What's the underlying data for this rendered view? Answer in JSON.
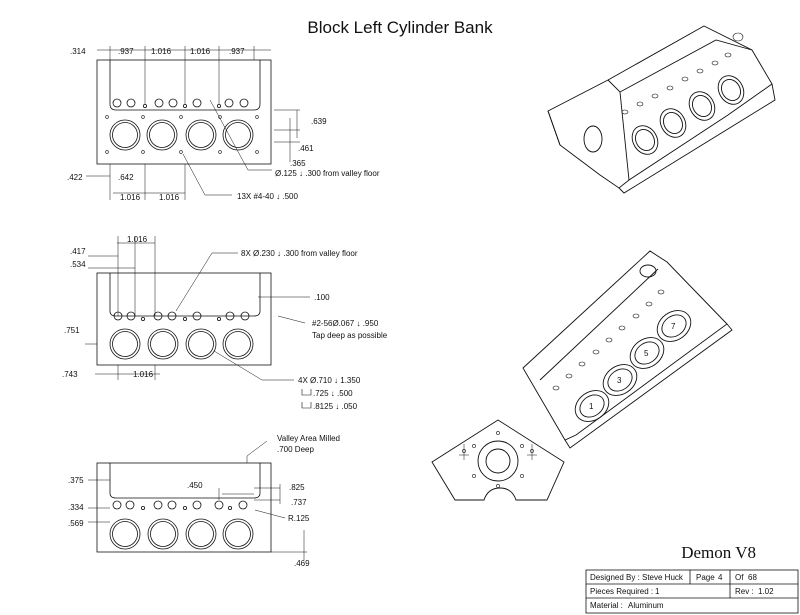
{
  "title": "Block Left Cylinder Bank",
  "project": "Demon V8",
  "view1": {
    "top_dims": [
      ".314",
      ".937",
      "1.016",
      "1.016",
      ".937"
    ],
    "d_639": ".639",
    "d_461": ".461",
    "d_365": ".365",
    "d_422": ".422",
    "d_642": ".642",
    "bottom_dims": [
      "1.016",
      "1.016"
    ],
    "note_drill": "Ø.125 ↓ .300 from valley floor",
    "note_tap": "13X  #4-40 ↓ .500"
  },
  "view2": {
    "d_1016_top": "1.016",
    "d_417": ".417",
    "d_534": ".534",
    "d_751": ".751",
    "d_743": ".743",
    "d_1016_bottom": "1.016",
    "d_100": ".100",
    "note_8x": "8X Ø.230 ↓ .300 from valley floor",
    "note_tap_1": "#2-56Ø.067 ↓ .950",
    "note_tap_2": "Tap deep as possible",
    "note_bore_1": "4X Ø.710 ↓ 1.350",
    "note_bore_2": ".725 ↓ .500",
    "note_bore_3": ".8125 ↓ .050"
  },
  "view3": {
    "note_valley_1": "Valley Area Milled",
    "note_valley_2": ".700 Deep",
    "d_375": ".375",
    "d_334": ".334",
    "d_569": ".569",
    "d_450": ".450",
    "d_825": ".825",
    "d_737": ".737",
    "d_r125": "R.125",
    "d_469": ".469"
  },
  "iso2_cylinders": [
    "1",
    "3",
    "5",
    "7"
  ],
  "title_block": {
    "designed_by_label": "Designed By :",
    "designed_by": "Steve Huck",
    "page_label": "Page",
    "page": "4",
    "of_label": "Of",
    "of": "68",
    "pieces_label": "Pieces Required :",
    "pieces": "1",
    "rev_label": "Rev :",
    "rev": "1.02",
    "material_label": "Material :",
    "material": "Aluminum"
  }
}
